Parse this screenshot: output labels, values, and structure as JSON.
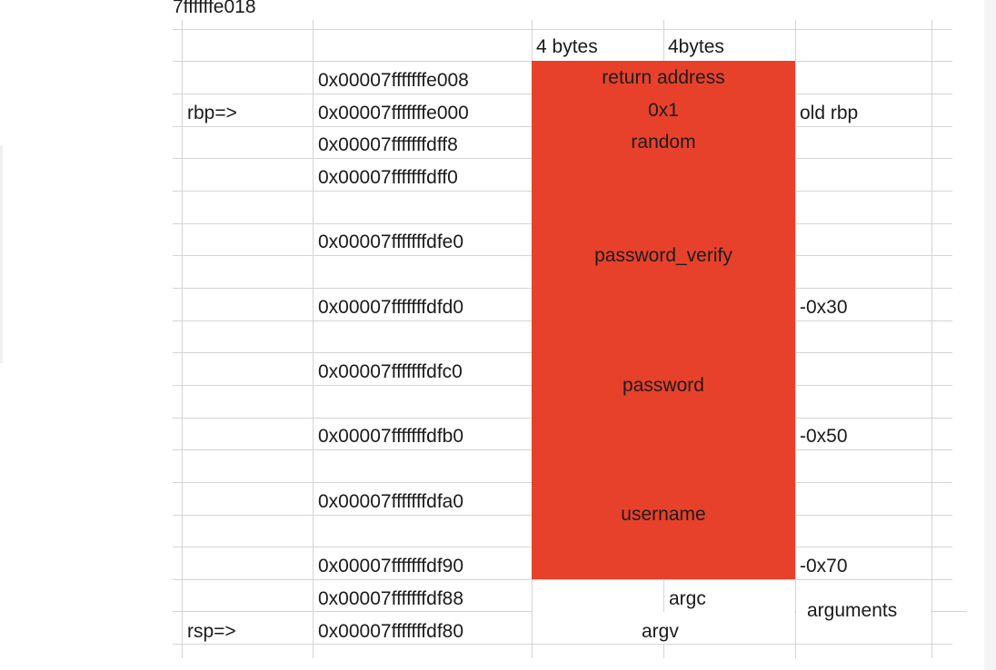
{
  "top_partial_text": "7ffffffe018",
  "columns": {
    "byte_label_1": "4 bytes",
    "byte_label_2": "4bytes"
  },
  "pointers": {
    "rbp": "rbp=>",
    "rsp": "rsp=>"
  },
  "addresses": [
    "0x00007fffffffe008",
    "0x00007fffffffe000",
    "0x00007fffffffdff8",
    "0x00007fffffffdff0",
    "0x00007fffffffdfe0",
    "0x00007fffffffdfd0",
    "0x00007fffffffdfc0",
    "0x00007fffffffdfb0",
    "0x00007fffffffdfa0",
    "0x00007fffffffdf90",
    "0x00007fffffffdf88",
    "0x00007fffffffdf80"
  ],
  "stack_contents": {
    "return_address": "return address",
    "saved_value": "0x1",
    "random": "random",
    "password_verify": "password_verify",
    "password": "password",
    "username": "username",
    "argc": "argc",
    "argv": "argv"
  },
  "annotations": {
    "old_rbp": "old rbp",
    "offset_30": "-0x30",
    "offset_50": "-0x50",
    "offset_70": "-0x70",
    "arguments": "arguments"
  },
  "colors": {
    "highlight": "#e8412b",
    "grid": "#d4d4d4"
  }
}
